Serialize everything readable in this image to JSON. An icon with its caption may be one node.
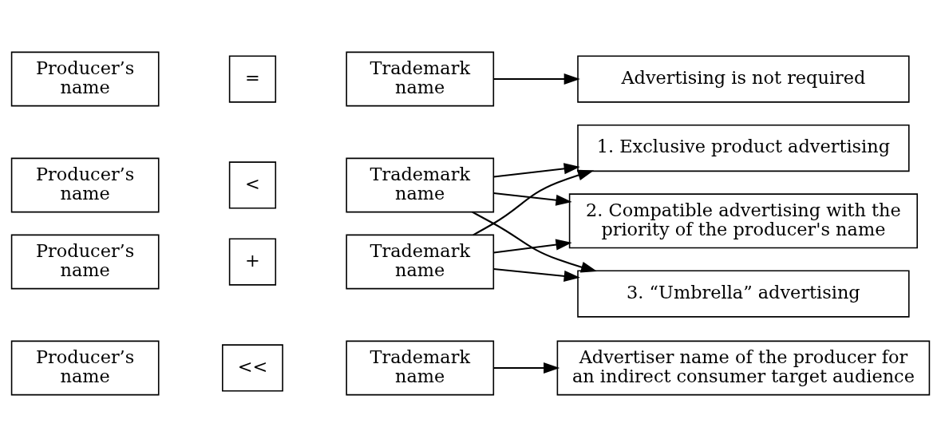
{
  "diagram": {
    "nodes": [
      {
        "text": [
          "Advertiser name of the producer for an indirect consumer target audience"
        ]
      },
      {
        "text": [
          "Producer’s name"
        ]
      },
      {
        "text": [
          "<<"
        ]
      },
      {
        "text": [
          "Trademark name"
        ]
      },
      {
        "text": [
          "1. Exclusive product advertising"
        ]
      },
      {
        "text": [
          "Producer’s name"
        ]
      },
      {
        "text": [
          "<"
        ]
      },
      {
        "text": [
          "Trademark name"
        ]
      },
      {
        "text": [
          "2. Compatible advertising with the priority of the producer's name"
        ]
      },
      {
        "text": [
          "Producer’s name"
        ]
      },
      {
        "text": [
          "+"
        ]
      },
      {
        "text": [
          "Trademark name"
        ]
      },
      {
        "text": [
          "3. “Umbrella” advertising"
        ]
      },
      {
        "text": [
          "Producer’s name"
        ]
      },
      {
        "text": [
          "="
        ]
      },
      {
        "text": [
          "Trademark name"
        ]
      },
      {
        "text": [
          "Advertising is not required"
        ]
      }
    ],
    "edges": [
      {
        "from": 3,
        "to": 0,
        "arrow": "to"
      },
      {
        "from": 7,
        "to": 4,
        "arrow": "to"
      },
      {
        "from": 7,
        "to": 8,
        "arrow": "to"
      },
      {
        "from": 7,
        "to": 12,
        "arrow": "to"
      },
      {
        "from": 11,
        "to": 4,
        "arrow": "to"
      },
      {
        "from": 11,
        "to": 8,
        "arrow": "to"
      },
      {
        "from": 11,
        "to": 12,
        "arrow": "to"
      },
      {
        "from": 15,
        "to": 16,
        "arrow": "to"
      }
    ]
  }
}
